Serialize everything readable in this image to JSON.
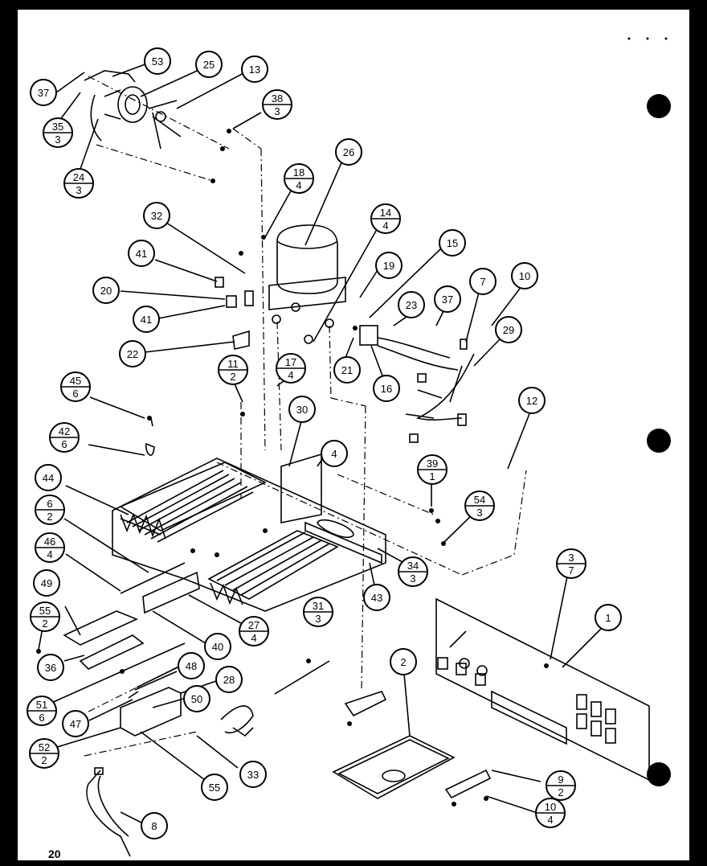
{
  "page_number": "20",
  "callouts": [
    {
      "id": "c53",
      "num": "53"
    },
    {
      "id": "c25",
      "num": "25"
    },
    {
      "id": "c13",
      "num": "13"
    },
    {
      "id": "c37a",
      "num": "37"
    },
    {
      "id": "c35",
      "num": "35",
      "sub": "3"
    },
    {
      "id": "c38",
      "num": "38",
      "sub": "3"
    },
    {
      "id": "c24",
      "num": "24",
      "sub": "3"
    },
    {
      "id": "c26",
      "num": "26"
    },
    {
      "id": "c18",
      "num": "18",
      "sub": "4"
    },
    {
      "id": "c32",
      "num": "32"
    },
    {
      "id": "c14",
      "num": "14",
      "sub": "4"
    },
    {
      "id": "c15",
      "num": "15"
    },
    {
      "id": "c41a",
      "num": "41"
    },
    {
      "id": "c19",
      "num": "19"
    },
    {
      "id": "c7",
      "num": "7"
    },
    {
      "id": "c10",
      "num": "10"
    },
    {
      "id": "c20",
      "num": "20"
    },
    {
      "id": "c23",
      "num": "23"
    },
    {
      "id": "c37b",
      "num": "37"
    },
    {
      "id": "c41b",
      "num": "41"
    },
    {
      "id": "c29",
      "num": "29"
    },
    {
      "id": "c22",
      "num": "22"
    },
    {
      "id": "c17",
      "num": "17",
      "sub": "4"
    },
    {
      "id": "c21",
      "num": "21"
    },
    {
      "id": "c11",
      "num": "11",
      "sub": "2"
    },
    {
      "id": "c16",
      "num": "16"
    },
    {
      "id": "c12",
      "num": "12"
    },
    {
      "id": "c45",
      "num": "45",
      "sub": "6"
    },
    {
      "id": "c30",
      "num": "30"
    },
    {
      "id": "c42",
      "num": "42",
      "sub": "6"
    },
    {
      "id": "c4",
      "num": "4"
    },
    {
      "id": "c39",
      "num": "39",
      "sub": "1"
    },
    {
      "id": "c44",
      "num": "44"
    },
    {
      "id": "c6",
      "num": "6",
      "sub": "2"
    },
    {
      "id": "c54",
      "num": "54",
      "sub": "3"
    },
    {
      "id": "c46",
      "num": "46",
      "sub": "4"
    },
    {
      "id": "c34",
      "num": "34",
      "sub": "3"
    },
    {
      "id": "c3",
      "num": "3",
      "sub": "7"
    },
    {
      "id": "c43",
      "num": "43"
    },
    {
      "id": "c49",
      "num": "49"
    },
    {
      "id": "c31",
      "num": "31",
      "sub": "3"
    },
    {
      "id": "c1",
      "num": "1"
    },
    {
      "id": "c55a",
      "num": "55",
      "sub": "2"
    },
    {
      "id": "c27",
      "num": "27",
      "sub": "4"
    },
    {
      "id": "c40",
      "num": "40"
    },
    {
      "id": "c36",
      "num": "36"
    },
    {
      "id": "c48",
      "num": "48"
    },
    {
      "id": "c2",
      "num": "2"
    },
    {
      "id": "c28",
      "num": "28"
    },
    {
      "id": "c51",
      "num": "51",
      "sub": "6"
    },
    {
      "id": "c50",
      "num": "50"
    },
    {
      "id": "c47",
      "num": "47"
    },
    {
      "id": "c52",
      "num": "52",
      "sub": "2"
    },
    {
      "id": "c9",
      "num": "9",
      "sub": "2"
    },
    {
      "id": "c55b",
      "num": "55"
    },
    {
      "id": "c33",
      "num": "33"
    },
    {
      "id": "c8",
      "num": "8"
    },
    {
      "id": "c10b",
      "num": "10",
      "sub": "4"
    }
  ]
}
